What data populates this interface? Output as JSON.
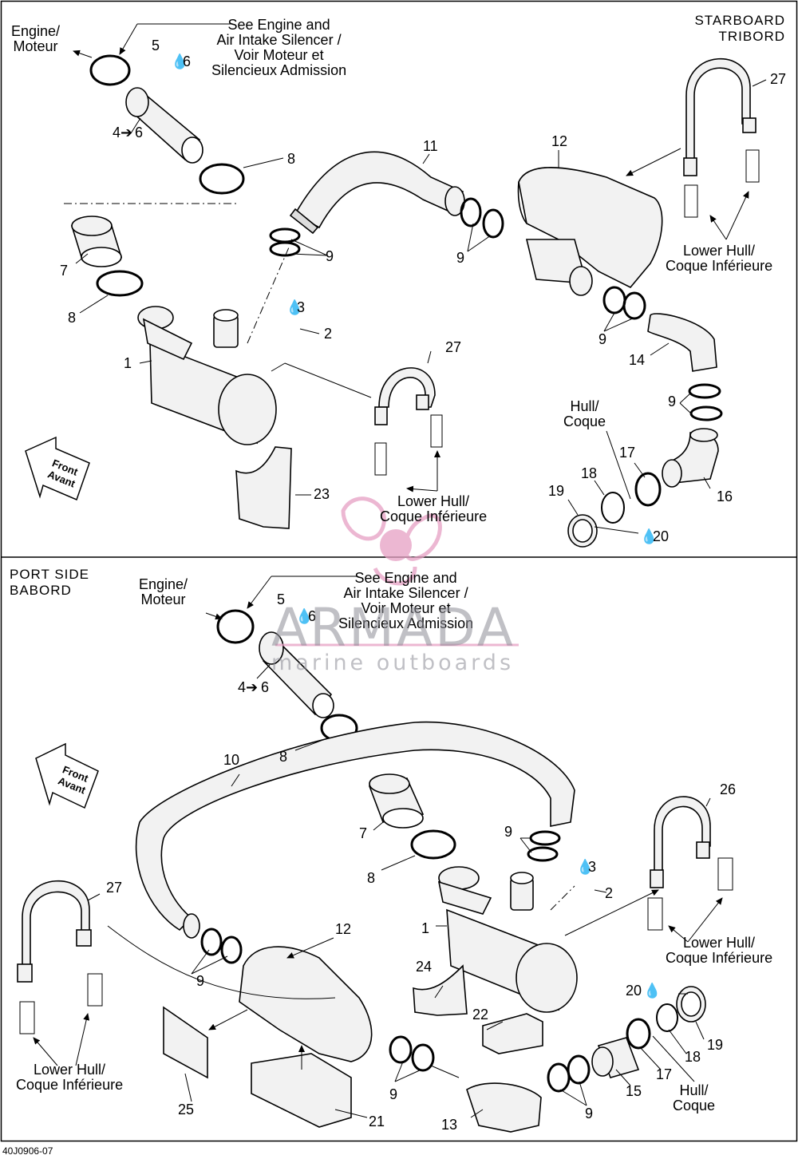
{
  "colors": {
    "line": "#000000",
    "fill": "#f0f0f0",
    "watermark_pink": "#e6a0c4",
    "watermark_gray": "#8c8c96"
  },
  "starboard": {
    "heading_line1": "STARBOARD",
    "heading_line2": "TRIBORD",
    "engine_label_line1": "Engine/",
    "engine_label_line2": "Moteur",
    "see_note_lines": [
      "See Engine and",
      "Air Intake Silencer /",
      "Voir Moteur et",
      "Silencieux Admission"
    ],
    "lower_hull_line1": "Lower Hull/",
    "lower_hull_line2": "Coque Inférieure",
    "hull_line1": "Hull/",
    "hull_line2": "Coque",
    "front_line1": "Front",
    "front_line2": "Avant",
    "callouts": {
      "n1": "1",
      "n2": "2",
      "n3": "3",
      "n4": "4",
      "n5": "5",
      "n6": "6",
      "n6b": "6",
      "n7": "7",
      "n8a": "8",
      "n8b": "8",
      "n9a": "9",
      "n9b": "9",
      "n9c": "9",
      "n9d": "9",
      "n11": "11",
      "n12": "12",
      "n14": "14",
      "n16": "16",
      "n17": "17",
      "n18": "18",
      "n19": "19",
      "n20": "20",
      "n23": "23",
      "n27a": "27",
      "n27b": "27"
    }
  },
  "port": {
    "heading_line1": "PORT SIDE",
    "heading_line2": "BABORD",
    "engine_label_line1": "Engine/",
    "engine_label_line2": "Moteur",
    "see_note_lines": [
      "See Engine and",
      "Air Intake Silencer /",
      "Voir Moteur et",
      "Silencieux Admission"
    ],
    "lower_hull_line1": "Lower Hull/",
    "lower_hull_line2": "Coque Inférieure",
    "hull_line1": "Hull/",
    "hull_line2": "Coque",
    "front_line1": "Front",
    "front_line2": "Avant",
    "callouts": {
      "n1": "1",
      "n2": "2",
      "n3": "3",
      "n4": "4",
      "n5": "5",
      "n6": "6",
      "n6b": "6",
      "n7": "7",
      "n8a": "8",
      "n8b": "8",
      "n9a": "9",
      "n9b": "9",
      "n9c": "9",
      "n9d": "9",
      "n10": "10",
      "n12": "12",
      "n13": "13",
      "n15": "15",
      "n17": "17",
      "n18": "18",
      "n19": "19",
      "n20": "20",
      "n21": "21",
      "n22": "22",
      "n24": "24",
      "n25": "25",
      "n26": "26",
      "n27": "27"
    }
  },
  "watermark": {
    "brand": "ARMADA",
    "tagline": "marine outboards"
  },
  "figure_code": "40J0906-07"
}
